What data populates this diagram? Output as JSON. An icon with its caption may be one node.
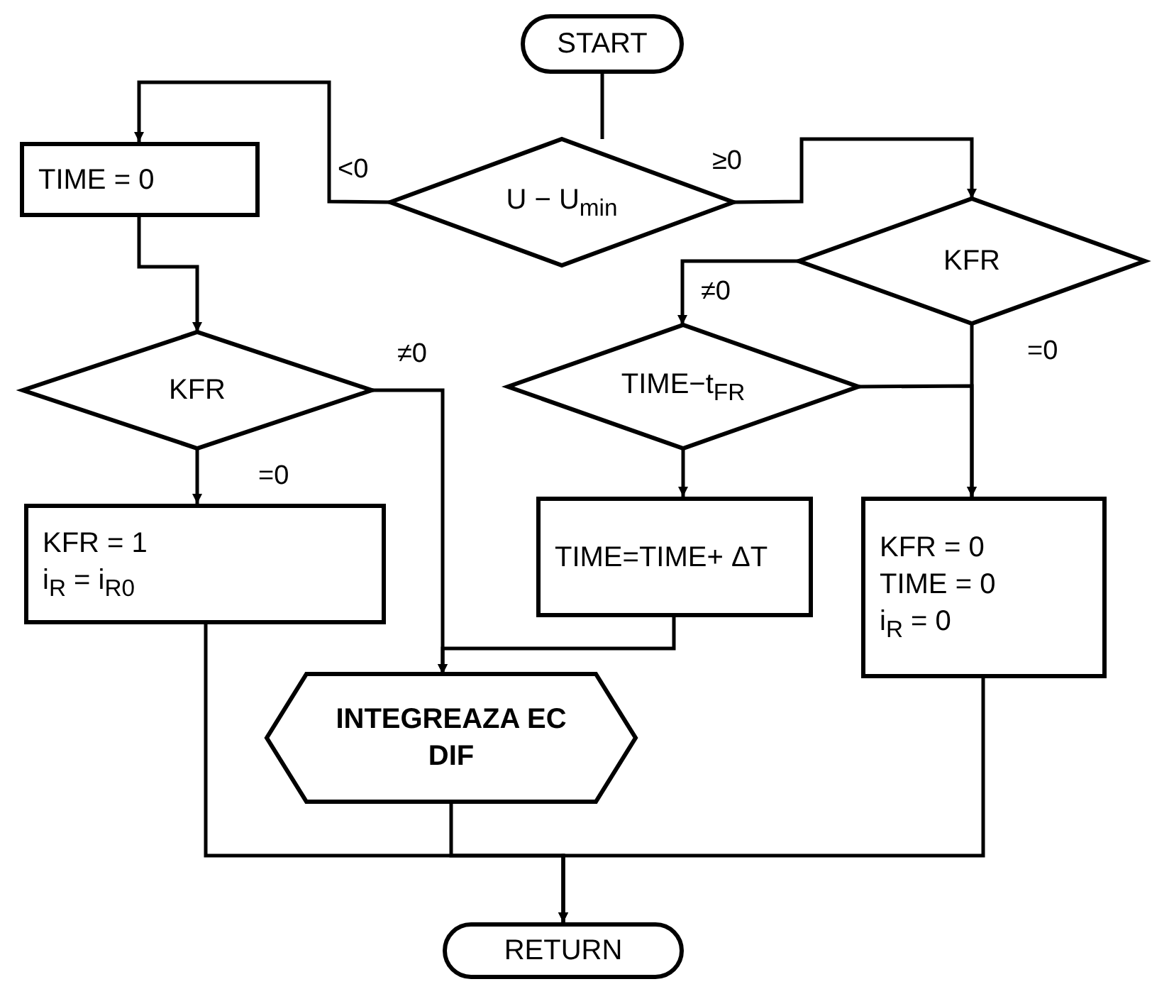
{
  "diagram": {
    "nodes": [
      {
        "text": [
          "START"
        ]
      },
      {
        "text": [
          "U − U$_{min}$"
        ]
      },
      {
        "text": [
          "TIME = 0"
        ]
      },
      {
        "text": [
          "KFR"
        ]
      },
      {
        "text": [
          "KFR = 1",
          "i$_{R}$ = i$_{R0}$"
        ]
      },
      {
        "text": [
          "KFR"
        ]
      },
      {
        "text": [
          "TIME−t$_{FR}$"
        ]
      },
      {
        "text": [
          "TIME=TIME+ ΔT"
        ]
      },
      {
        "text": [
          "KFR = 0",
          "TIME = 0",
          "i$_{R}$ = 0"
        ]
      },
      {
        "text": [
          "INTEGREAZA EC DIF"
        ]
      },
      {
        "text": [
          "RETURN"
        ]
      }
    ],
    "edges": [
      {
        "from": 0,
        "to": 1,
        "arrow": "none"
      },
      {
        "from": 1,
        "to": 2,
        "arrow": "to",
        "label": "<0"
      },
      {
        "from": 1,
        "to": 5,
        "arrow": "to",
        "label": "≥0"
      },
      {
        "from": 2,
        "to": 3,
        "arrow": "to"
      },
      {
        "from": 3,
        "to": 4,
        "arrow": "to",
        "label": "=0"
      },
      {
        "from": 3,
        "to": 9,
        "arrow": "to",
        "label": "≠0"
      },
      {
        "from": 5,
        "to": 6,
        "arrow": "to",
        "label": "≠0"
      },
      {
        "from": 5,
        "to": 8,
        "arrow": "to",
        "label": "=0"
      },
      {
        "from": 7,
        "to": 9,
        "arrow": "to"
      },
      {
        "from": 6,
        "to": 8,
        "arrow": "to"
      },
      {
        "from": 6,
        "to": 7,
        "arrow": "to"
      },
      {
        "from": 4,
        "to": 10,
        "arrow": "to"
      },
      {
        "from": 9,
        "to": 10,
        "arrow": "to"
      },
      {
        "from": 8,
        "to": 10,
        "arrow": "to"
      }
    ]
  }
}
